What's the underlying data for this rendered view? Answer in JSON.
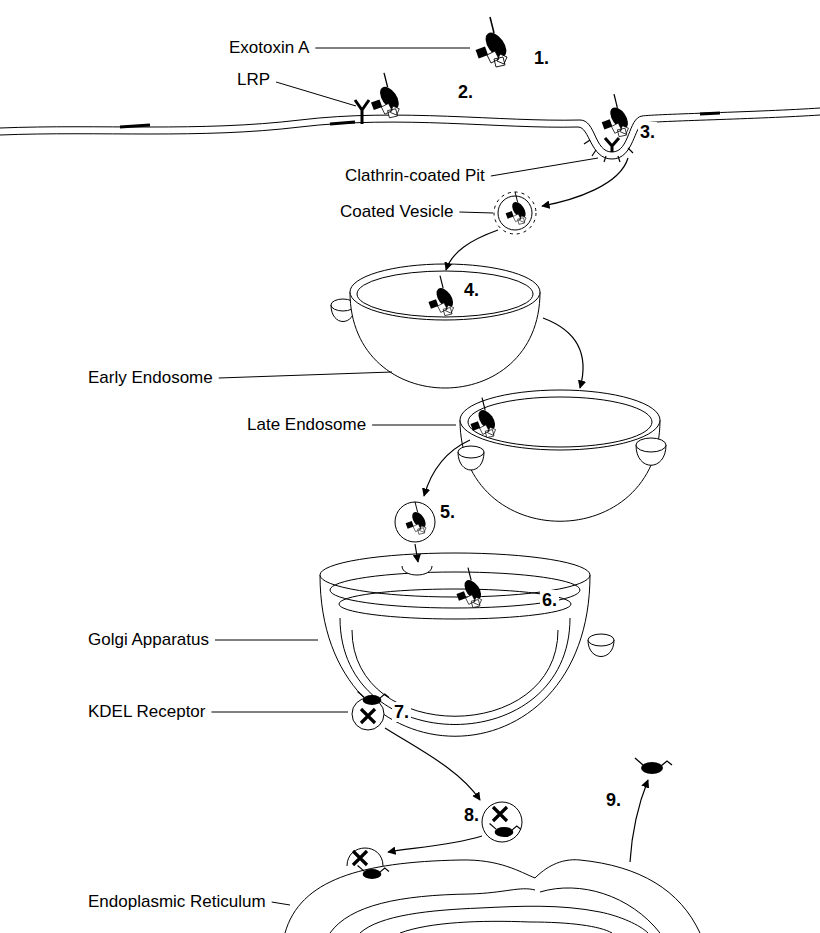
{
  "diagram": {
    "labels": [
      "Exotoxin A",
      "1.",
      "LRP",
      "2.",
      "3.",
      "Clathrin-coated Pit",
      "Coated Vesicle",
      "4.",
      "Early Endosome",
      "Late Endosome",
      "5.",
      "6.",
      "Golgi Apparatus",
      "KDEL Receptor",
      "7.",
      "8.",
      "9.",
      "Endoplasmic Reticulum"
    ]
  }
}
